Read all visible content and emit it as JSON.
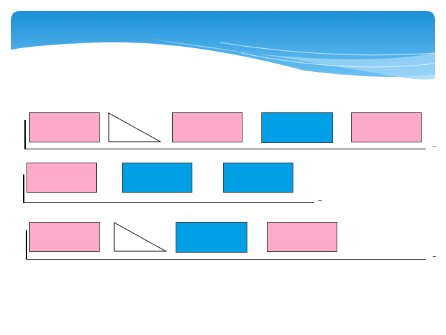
{
  "colors": {
    "pink": "#ffaac8",
    "blue": "#00a0e6",
    "banner_top": "#1a8fd8",
    "banner_light": "#9fd6f7"
  },
  "rows": [
    {
      "shapes": [
        "pink",
        "triangle",
        "pink",
        "blue",
        "pink"
      ],
      "end_mark": "~"
    },
    {
      "shapes": [
        "pink",
        "blue",
        "blue"
      ],
      "end_mark": "~"
    },
    {
      "shapes": [
        "pink",
        "triangle",
        "blue",
        "pink"
      ],
      "end_mark": "~"
    }
  ]
}
